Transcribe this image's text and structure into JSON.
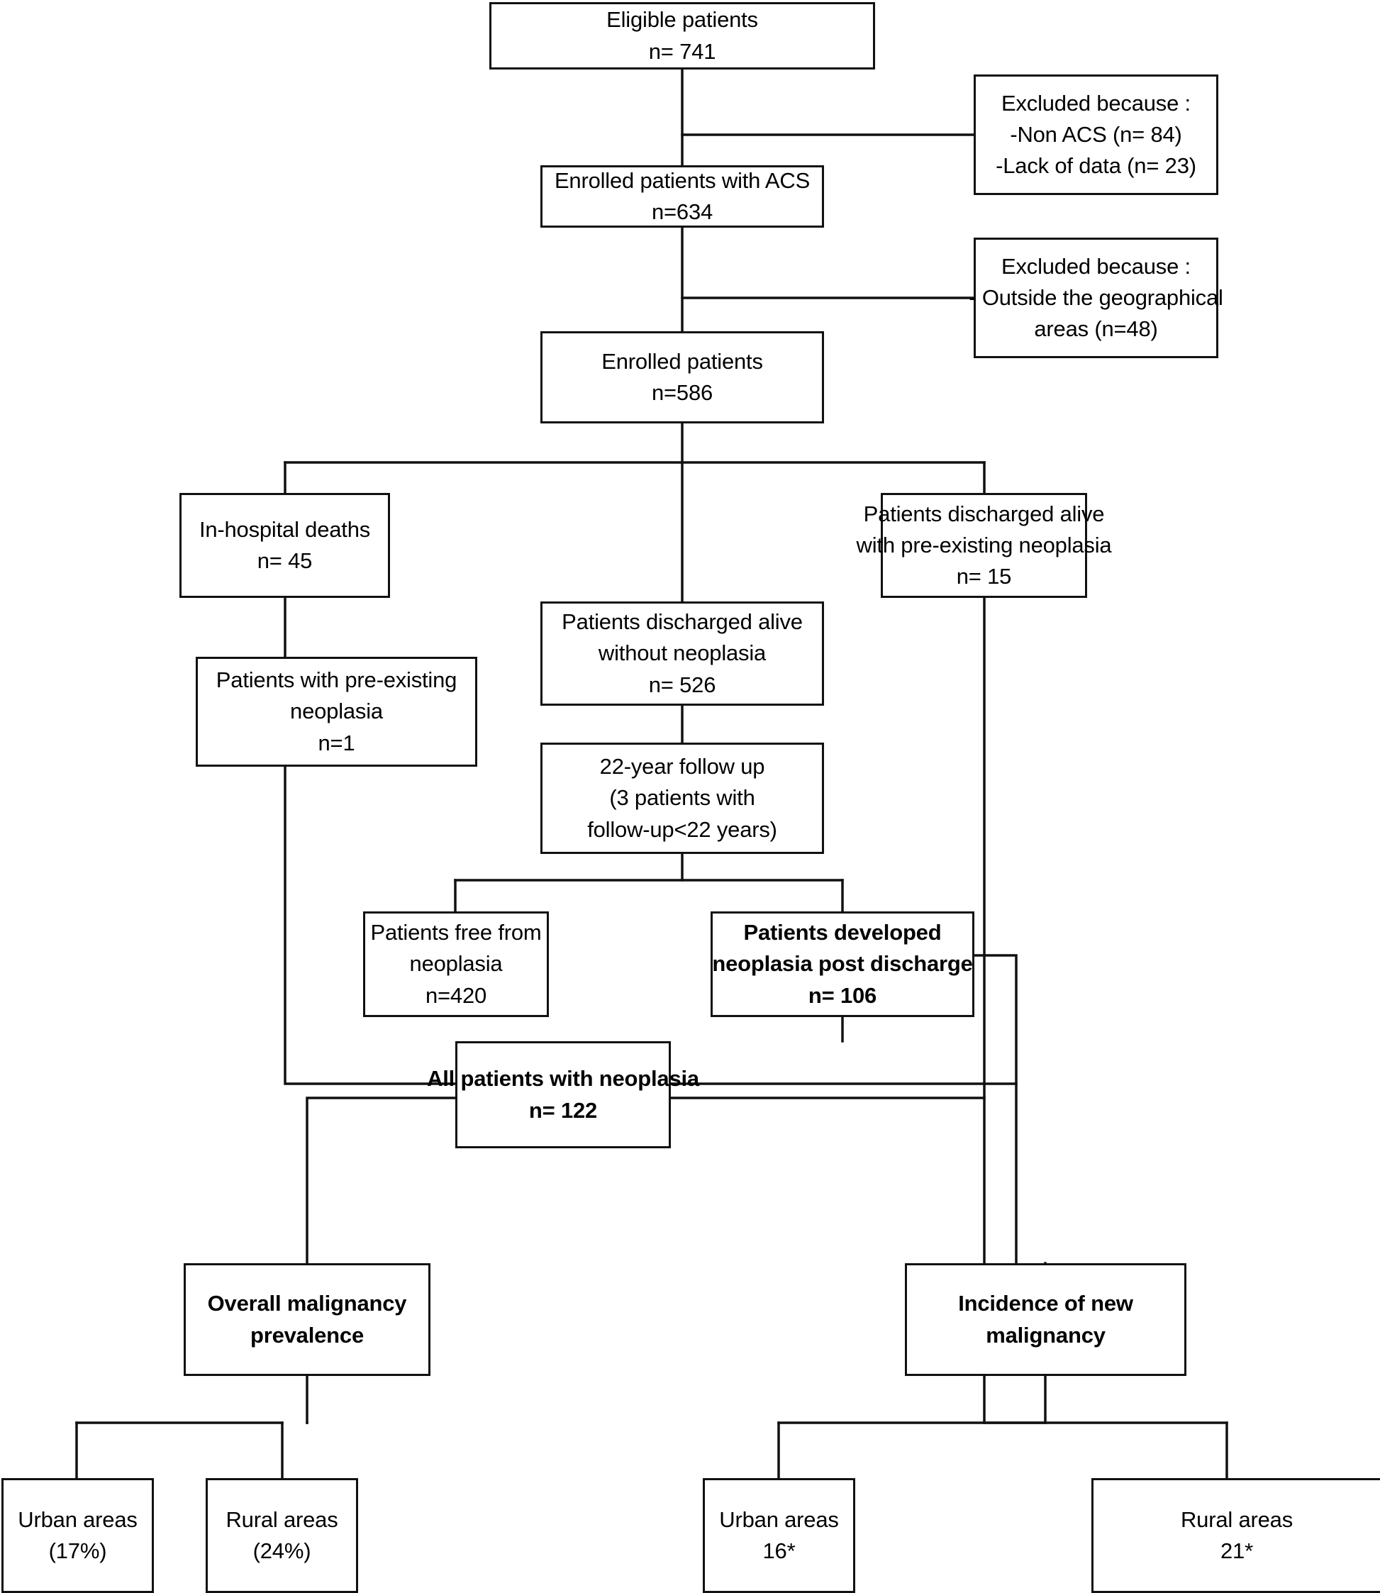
{
  "figure": {
    "type": "flowchart",
    "title": "Patient enrollment and follow-up flow diagram",
    "line_color": "#111111",
    "background": "#ffffff"
  },
  "nodes": {
    "eligible": {
      "lines": [
        "Eligible patients",
        "n= 741"
      ],
      "bold": false
    },
    "excluded_1": {
      "lines": [
        "Excluded because :",
        "-Non ACS (n= 84)",
        "-Lack of data (n= 23)"
      ],
      "bold": false
    },
    "enrolled_acs": {
      "lines": [
        "Enrolled patients with ACS",
        "n=634"
      ],
      "bold": false
    },
    "excluded_2": {
      "lines": [
        "Excluded because :",
        "- Outside the geographical",
        "areas (n=48)"
      ],
      "bold": false
    },
    "enrolled": {
      "lines": [
        "Enrolled patients",
        "n=586"
      ],
      "bold": false
    },
    "in_hospital_deaths": {
      "lines": [
        "In-hospital deaths",
        "n= 45"
      ],
      "bold": false
    },
    "discharged_with_neoplasia": {
      "lines": [
        "Patients discharged alive",
        "with pre-existing neoplasia",
        "n= 15"
      ],
      "bold": false
    },
    "pre_existing_neoplasia": {
      "lines": [
        "Patients with pre-existing",
        "neoplasia",
        "n=1"
      ],
      "bold": false
    },
    "discharged_without_neoplasia": {
      "lines": [
        "Patients discharged alive",
        "without neoplasia",
        "n= 526"
      ],
      "bold": false
    },
    "follow_up": {
      "lines": [
        "22-year follow up",
        "(3 patients with",
        "follow-up<22 years)"
      ],
      "bold": false
    },
    "free_from_neoplasia": {
      "lines": [
        "Patients free from",
        "neoplasia",
        "n=420"
      ],
      "bold": false
    },
    "developed_neoplasia": {
      "lines": [
        "Patients developed",
        "neoplasia post discharge",
        "n= 106"
      ],
      "bold": true
    },
    "all_with_neoplasia": {
      "lines": [
        "All patients with neoplasia",
        "n= 122"
      ],
      "bold": true
    },
    "overall_prevalence": {
      "lines": [
        "Overall malignancy",
        "prevalence"
      ],
      "bold": true
    },
    "incidence_new": {
      "lines": [
        "Incidence of new",
        "malignancy"
      ],
      "bold": true
    },
    "prevalence_urban": {
      "lines": [
        "Urban areas",
        "(17%)"
      ],
      "bold": false
    },
    "prevalence_rural": {
      "lines": [
        "Rural areas",
        "(24%)"
      ],
      "bold": false
    },
    "incidence_urban": {
      "lines": [
        "Urban areas",
        "16*"
      ],
      "bold": false
    },
    "incidence_rural": {
      "lines": [
        "Rural areas",
        "21*"
      ],
      "bold": false
    }
  },
  "chart_data": {
    "type": "flowchart",
    "title": "Study flow diagram of patient enrollment, exclusions and 22-year follow-up outcomes",
    "counts": {
      "eligible_patients": 741,
      "excluded_non_acs": 84,
      "excluded_lack_of_data": 23,
      "enrolled_patients_with_acs": 634,
      "excluded_outside_geographical_areas": 48,
      "enrolled_patients": 586,
      "in_hospital_deaths": 45,
      "deaths_with_pre_existing_neoplasia": 1,
      "discharged_alive_with_pre_existing_neoplasia": 15,
      "discharged_alive_without_neoplasia": 526,
      "follow_up_years": 22,
      "patients_with_follow_up_under_22_years": 3,
      "patients_free_from_neoplasia": 420,
      "patients_developed_neoplasia_post_discharge": 106,
      "all_patients_with_neoplasia": 122,
      "overall_prevalence_urban_percent": 17,
      "overall_prevalence_rural_percent": 24,
      "incidence_urban": 16,
      "incidence_rural": 21
    },
    "edges": [
      {
        "from": "eligible",
        "to": "enrolled_acs"
      },
      {
        "from": "eligible",
        "to": "excluded_1"
      },
      {
        "from": "enrolled_acs",
        "to": "enrolled"
      },
      {
        "from": "enrolled_acs",
        "to": "excluded_2"
      },
      {
        "from": "enrolled",
        "to": "in_hospital_deaths"
      },
      {
        "from": "enrolled",
        "to": "discharged_without_neoplasia"
      },
      {
        "from": "enrolled",
        "to": "discharged_with_neoplasia"
      },
      {
        "from": "in_hospital_deaths",
        "to": "pre_existing_neoplasia"
      },
      {
        "from": "pre_existing_neoplasia",
        "to": "all_with_neoplasia"
      },
      {
        "from": "discharged_without_neoplasia",
        "to": "follow_up"
      },
      {
        "from": "follow_up",
        "to": "free_from_neoplasia"
      },
      {
        "from": "follow_up",
        "to": "developed_neoplasia"
      },
      {
        "from": "developed_neoplasia",
        "to": "all_with_neoplasia"
      },
      {
        "from": "developed_neoplasia",
        "to": "incidence_new"
      },
      {
        "from": "discharged_with_neoplasia",
        "to": "all_with_neoplasia"
      },
      {
        "from": "all_with_neoplasia",
        "to": "overall_prevalence"
      },
      {
        "from": "overall_prevalence",
        "to": "prevalence_urban"
      },
      {
        "from": "overall_prevalence",
        "to": "prevalence_rural"
      },
      {
        "from": "incidence_new",
        "to": "incidence_urban"
      },
      {
        "from": "incidence_new",
        "to": "incidence_rural"
      }
    ]
  }
}
